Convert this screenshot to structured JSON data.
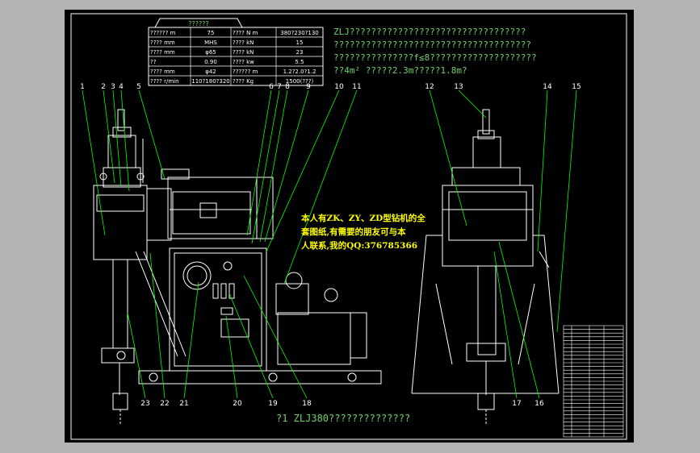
{
  "title_box": "??????",
  "spec_table": [
    [
      "?????? m",
      "75",
      "???? N m",
      "380?230?130"
    ],
    [
      "???? mm",
      "MHS",
      "???? kN",
      "15"
    ],
    [
      "???? mm",
      "φ65",
      "???? kN",
      "23"
    ],
    [
      "??",
      "0.90",
      "???? kw",
      "5.5"
    ],
    [
      "???? mm",
      "φ42",
      "?????? m",
      "1.2?2.0?1.2"
    ],
    [
      "???? r/min",
      "110?180?320",
      "???? Kg",
      "1500(???)"
    ]
  ],
  "notes": [
    "ZLJ?????????????????????????????????",
    "?????????????????????????????????????",
    "???????????????f≤8????????????????????",
    "??4m²  ?????2.3m?????1.8m?"
  ],
  "callouts_left": [
    "1",
    "2",
    "3",
    "4",
    "5",
    "6",
    "7",
    "8",
    "9",
    "10",
    "11"
  ],
  "callouts_right": [
    "12",
    "13",
    "14",
    "15"
  ],
  "callouts_bottom": [
    "23",
    "22",
    "21",
    "20",
    "19",
    "18",
    "17",
    "16"
  ],
  "watermark_lines": [
    "本人有ZK、ZY、ZD型钻机的全",
    "套图纸,有需要的朋友可与本",
    "人联系,我的QQ:376785366"
  ],
  "caption": "?1   ZLJ380??????????????",
  "colors": {
    "background": "#000000",
    "frame": "#ffffff",
    "structure": "#ffffff",
    "leader": "#00ff00",
    "text_green": "#6fd06f",
    "text_yellow": "#ffff00",
    "outside": "#b3b3b3"
  }
}
